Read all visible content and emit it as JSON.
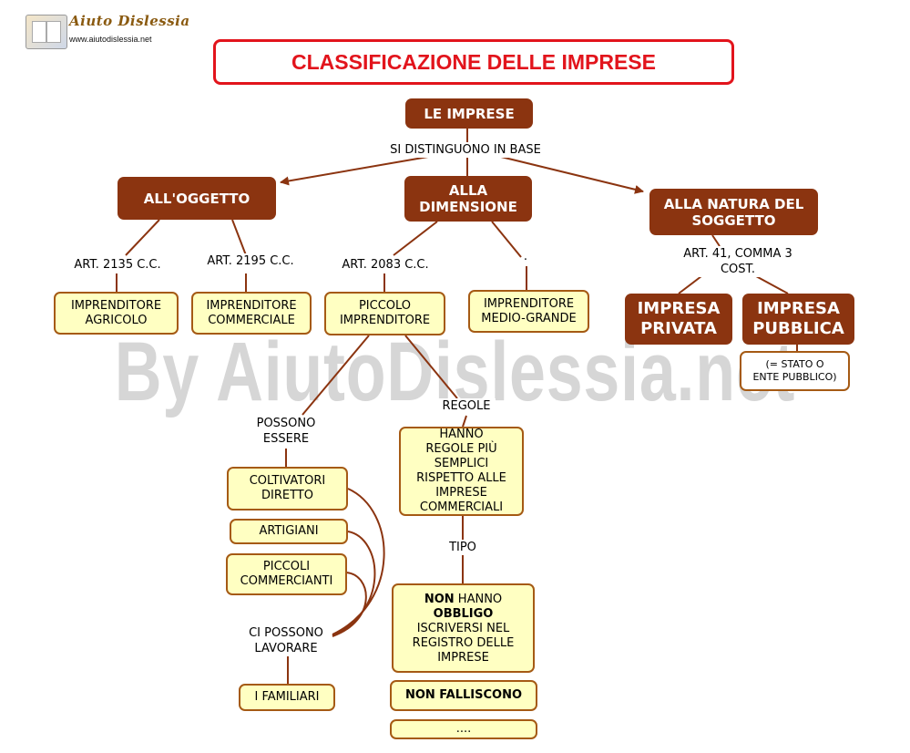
{
  "logo": {
    "name": "Aiuto Dislessia",
    "url": "www.aiutodislessia.net"
  },
  "title": "CLASSIFICAZIONE DELLE IMPRESE",
  "watermark": "By AiutoDislessia.net",
  "nodes": {
    "root": "LE IMPRESE",
    "oggetto": "ALL'OGGETTO",
    "dimensione": "ALLA DIMENSIONE",
    "natura": "ALLA NATURA DEL SOGGETTO",
    "agricolo": "IMPRENDITORE AGRICOLO",
    "commerciale": "IMPRENDITORE COMMERCIALE",
    "piccolo": "PICCOLO IMPRENDITORE",
    "medio_grande": "IMPRENDITORE MEDIO-GRANDE",
    "privata": "IMPRESA PRIVATA",
    "pubblica": "IMPRESA PUBBLICA",
    "stato": "(= STATO O ENTE PUBBLICO)",
    "coltivatori": "COLTIVATORI DIRETTO",
    "artigiani": "ARTIGIANI",
    "piccoli_commercianti": "PICCOLI COMMERCIANTI",
    "familiari": "I FAMILIARI",
    "regole_semplici": "HANNO REGOLE PIÙ SEMPLICI RISPETTO ALLE IMPRESE COMMERCIALI",
    "obbligo_bold1": "NON",
    "obbligo_rest1": "HANNO",
    "obbligo_bold2": "OBBLIGO",
    "obbligo_rest2": "ISCRIVERSI NEL REGISTRO DELLE IMPRESE",
    "falliscono": "NON FALLISCONO",
    "dots": "...."
  },
  "labels": {
    "si_distinguono": "SI DISTINGUONO IN BASE",
    "art2135": "ART. 2135 C.C.",
    "art2195": "ART. 2195 C.C.",
    "art2083": "ART. 2083 C.C.",
    "dot": ".",
    "art41": "ART. 41, COMMA 3 COST.",
    "possono_essere": "POSSONO ESSERE",
    "regole": "REGOLE",
    "ci_possono": "CI POSSONO LAVORARE",
    "tipo": "TIPO"
  }
}
